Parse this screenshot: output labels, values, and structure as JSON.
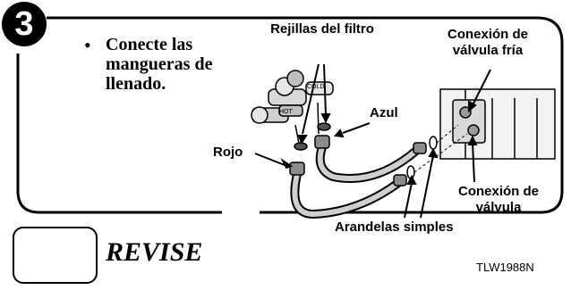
{
  "step": {
    "number": "3",
    "instruction": "Conecte las mangueras de llenado."
  },
  "labels": {
    "filter_screens": "Rejillas del filtro",
    "cold_valve": "Conexión de válvula fría",
    "blue": "Azul",
    "red": "Rojo",
    "valve": "Conexión de válvula",
    "washers": "Arandelas simples"
  },
  "faucet_tags": {
    "cold": "COLD",
    "hot": "HOT"
  },
  "check": {
    "label": "REVISE"
  },
  "code": "TLW1988N"
}
